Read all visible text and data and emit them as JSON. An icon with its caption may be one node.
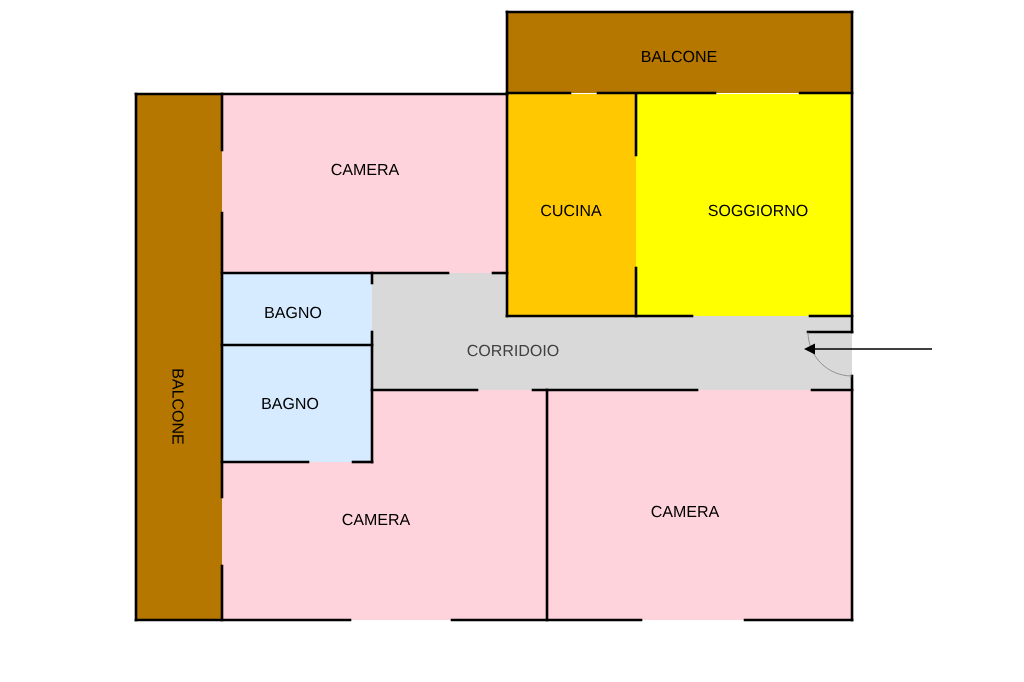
{
  "diagram": {
    "nodes": [
      {
        "text": [
          "BALCONE"
        ]
      },
      {
        "text": [
          "BALCONE"
        ]
      },
      {
        "text": [
          "CAMERA"
        ]
      },
      {
        "text": [
          "CUCINA"
        ]
      },
      {
        "text": [
          "SOGGIORNO"
        ]
      },
      {
        "text": [
          "BAGNO"
        ]
      },
      {
        "text": [
          "BAGNO"
        ]
      },
      {
        "text": [
          "CORRIDOIO"
        ]
      },
      {
        "text": [
          "CAMERA"
        ]
      },
      {
        "text": [
          "CAMERA"
        ]
      }
    ],
    "edges": [
      {
        "from": null,
        "to": 7,
        "arrow": "to"
      }
    ]
  }
}
